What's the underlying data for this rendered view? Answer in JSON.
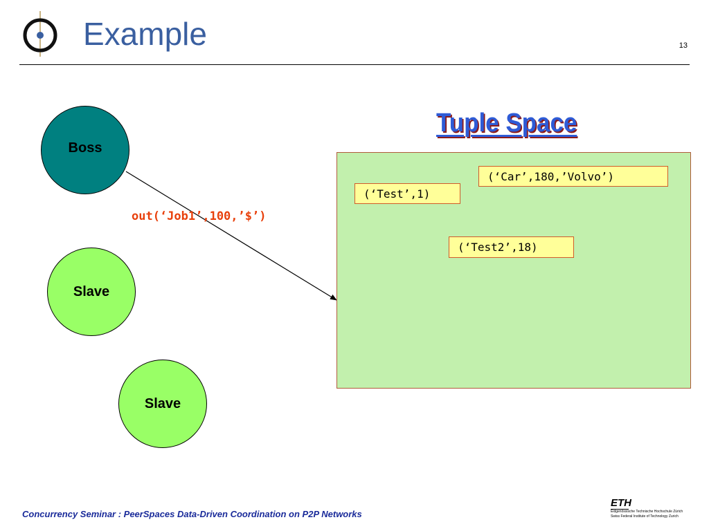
{
  "slide": {
    "title": "Example",
    "page_number": "13"
  },
  "diagram": {
    "nodes": [
      {
        "id": "boss",
        "label": "Boss"
      },
      {
        "id": "slave1",
        "label": "Slave"
      },
      {
        "id": "slave2",
        "label": "Slave"
      }
    ],
    "operation_label": "out(‘Job1’,100,’$’)",
    "tuple_space_title": "Tuple Space",
    "tuples": [
      "(‘Car’,180,’Volvo’)",
      "(‘Test’,1)",
      "(‘Test2’,18)"
    ]
  },
  "colors": {
    "title": "#3a5fa0",
    "boss_fill": "#008080",
    "slave_fill": "#99ff66",
    "tuple_space_fill": "#c2f0ad",
    "tuple_fill": "#ffff99",
    "operation_label": "#e8400c",
    "footer": "#1a2b9a"
  },
  "footer": {
    "text": "Concurrency Seminar : PeerSpaces Data-Driven Coordination on P2P Networks",
    "eth_mark": "ETH",
    "eth_line1": "Eidgenössische Technische Hochschule Zürich",
    "eth_line2": "Swiss Federal Institute of Technology Zurich"
  }
}
